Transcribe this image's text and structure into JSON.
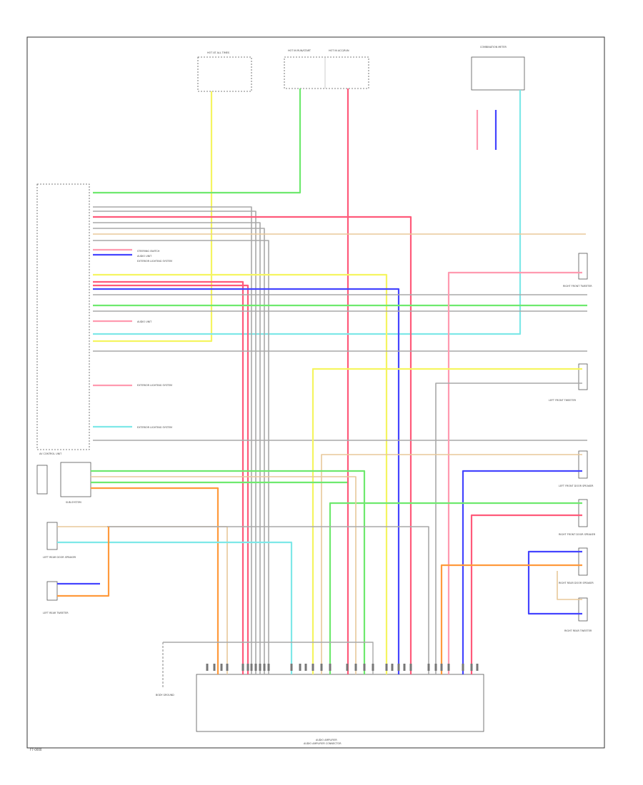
{
  "diagram": {
    "footer_code": "F7-0000",
    "colors": {
      "green": "#6ee96e",
      "red": "#ff5a7a",
      "blue": "#4444ff",
      "yellow": "#f5f560",
      "gray": "#a8a8a8",
      "tan": "#e8c89a",
      "orange": "#ff9a3c",
      "cyan": "#7ee8e8",
      "pink": "#ff9ab0",
      "frame": "#333333"
    },
    "components": {
      "hot_at_all_times_fuse": "HOT AT ALL TIMES",
      "fuse_block": "HOT IN RUN/START",
      "hot_in_acc": "HOT IN ACC/RUN",
      "combination_meter": "COMBINATION METER",
      "audio_control_unit": "AV CONTROL UNIT",
      "audio_amplifier": "AUDIO AMPLIFIER",
      "left_rear_door_speaker": "LEFT REAR DOOR SPEAKER",
      "left_rear_tweeter": "LEFT REAR TWEETER",
      "right_front_tweeter": "RIGHT FRONT TWEETER",
      "left_front_tweeter": "LEFT FRONT TWEETER",
      "left_front_door_speaker": "LEFT FRONT DOOR SPEAKER",
      "right_front_door_speaker": "RIGHT FRONT DOOR SPEAKER",
      "right_rear_door_speaker": "RIGHT REAR DOOR SPEAKER",
      "right_rear_tweeter": "RIGHT REAR TWEETER",
      "body_ground": "BODY GROUND",
      "sub_system": "SUB-SYSTEM",
      "audio_amplifier_connector": "AUDIO AMPLIFIER CONNECTOR"
    },
    "notes": {
      "steering_switch": "STEERING SWITCH",
      "audio_unit_a": "AUDIO UNIT",
      "audio_unit_b": "AUDIO UNIT",
      "exterior_lighting_a": "EXTERIOR LIGHTING SYSTEM",
      "exterior_lighting_b": "EXTERIOR LIGHTING SYSTEM",
      "exterior_lighting_c": "EXTERIOR LIGHTING SYSTEM"
    }
  }
}
